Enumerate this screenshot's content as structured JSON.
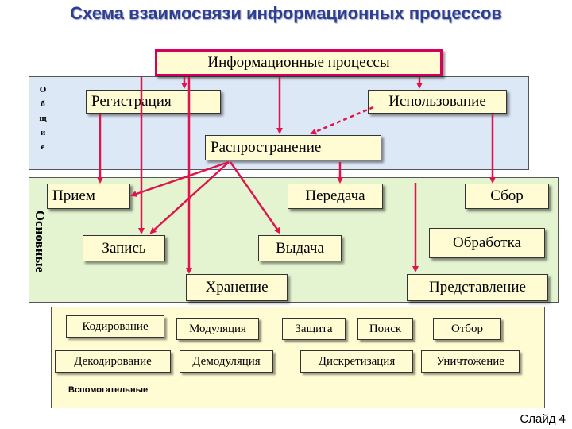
{
  "title": "Схема взаимосвязи информационных процессов",
  "top_box": "Информационные процессы",
  "common": {
    "side_label": [
      "О",
      "б",
      "щ",
      "и",
      "е"
    ],
    "registration": "Регистрация",
    "usage": "Использование",
    "distribution": "Распространение"
  },
  "main": {
    "side_label": "Основные",
    "reception": "Прием",
    "transmission": "Передача",
    "collection": "Сбор",
    "recording": "Запись",
    "issuance": "Выдача",
    "processing": "Обработка",
    "storage": "Хранение",
    "presentation": "Представление"
  },
  "aux": {
    "label": "Вспомогательные",
    "encoding": "Кодирование",
    "decoding": "Декодирование",
    "modulation": "Модуляция",
    "demodulation": "Демодуляция",
    "protection": "Защита",
    "search": "Поиск",
    "discretization": "Дискретизация",
    "selection": "Отбор",
    "destruction": "Уничтожение"
  },
  "slide_number": "Слайд 4",
  "colors": {
    "arrow": "#e0144c",
    "title": "#2f3f8f",
    "top_border": "#d40059"
  }
}
